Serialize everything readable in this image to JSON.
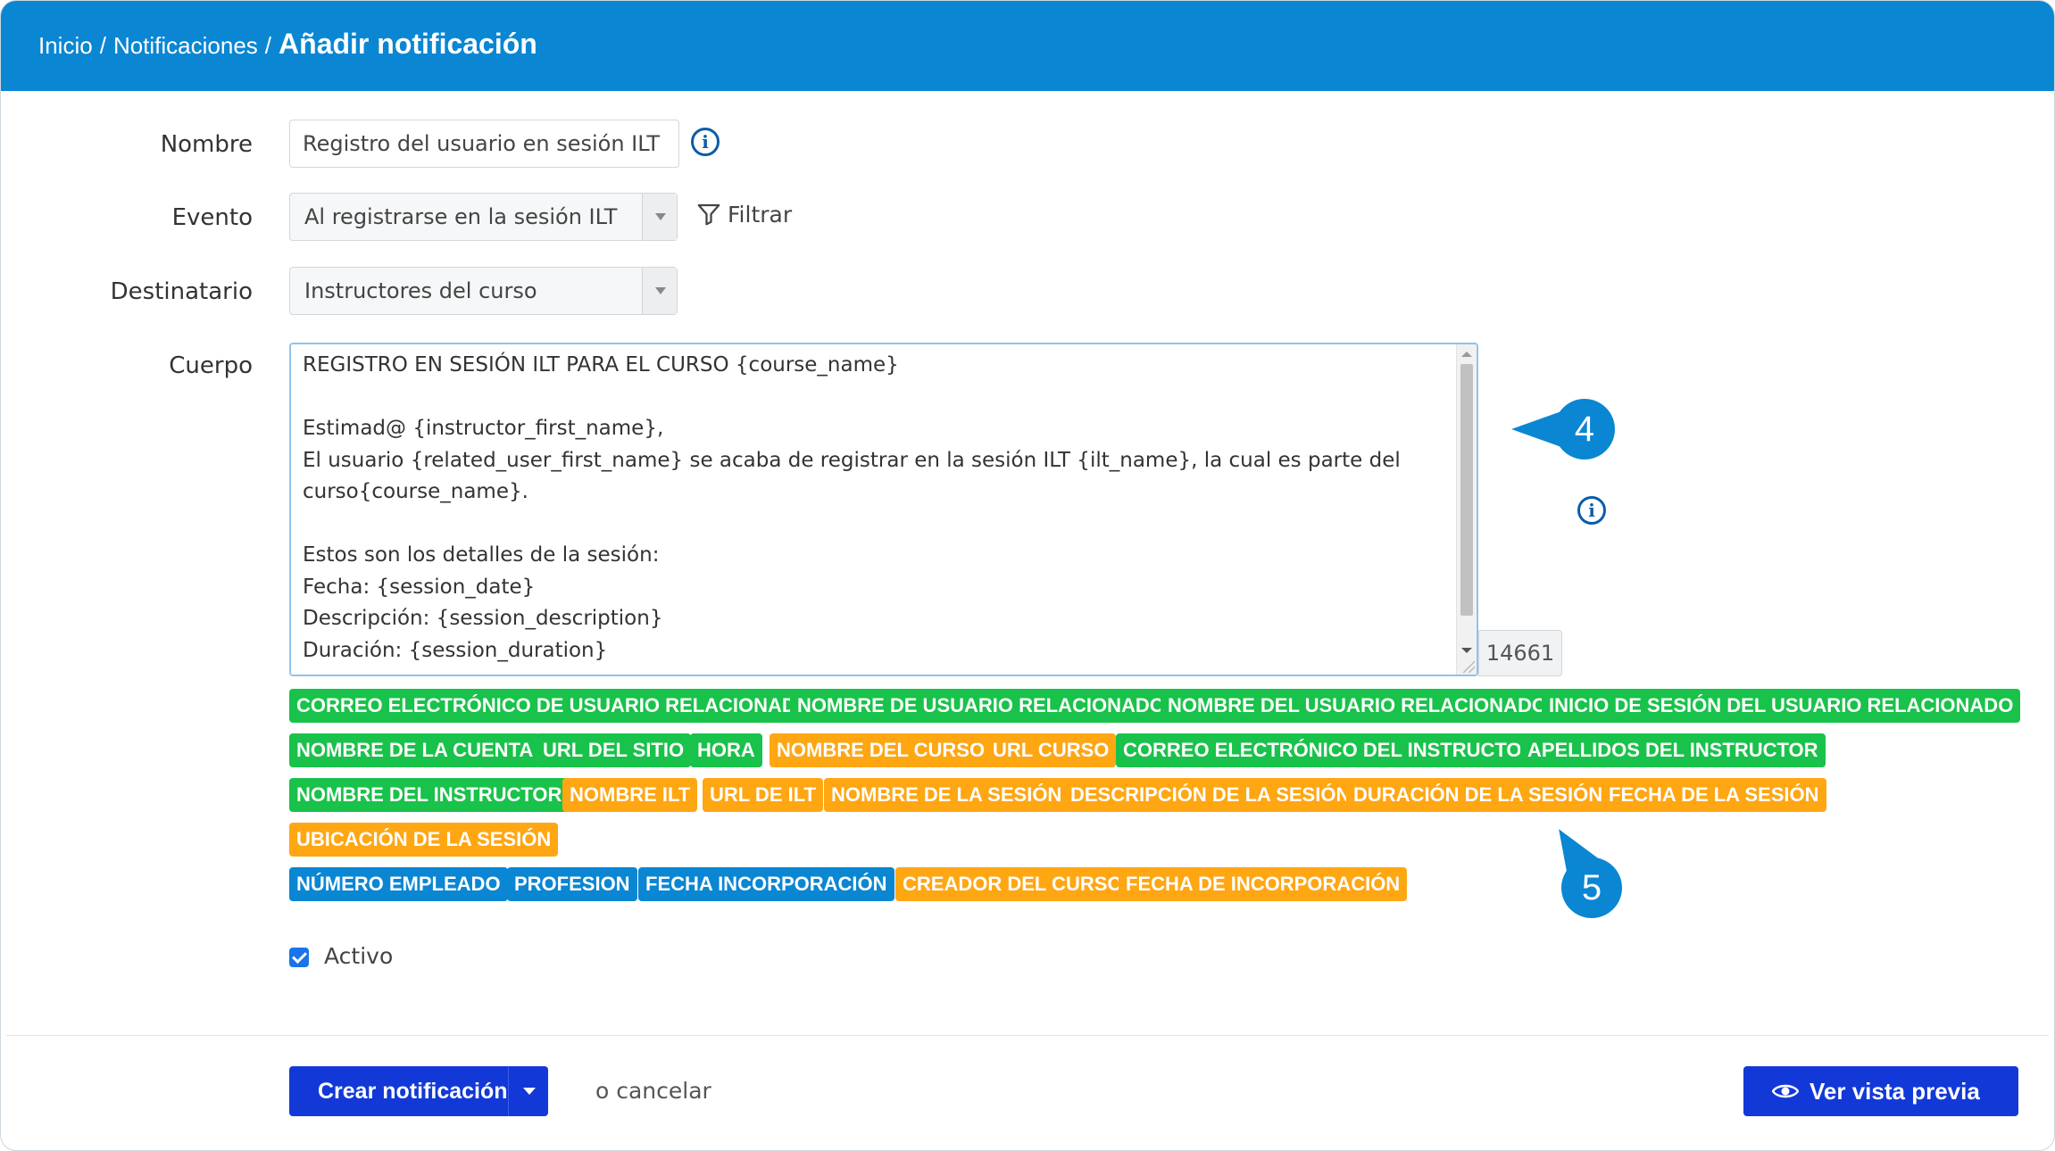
{
  "breadcrumb": {
    "home": "Inicio",
    "section": "Notificaciones",
    "current": "Añadir notificación",
    "separator": "/"
  },
  "form": {
    "name": {
      "label": "Nombre",
      "value": "Registro del usuario en sesión ILT"
    },
    "event": {
      "label": "Evento",
      "value": "Al registrarse en la sesión ILT",
      "filter_label": "Filtrar"
    },
    "recipient": {
      "label": "Destinatario",
      "value": "Instructores del curso"
    },
    "body": {
      "label": "Cuerpo",
      "lines": [
        "REGISTRO EN SESIÓN ILT PARA EL CURSO {course_name}",
        "",
        "Estimad@ {instructor_first_name},",
        "El usuario {related_user_first_name} se acaba de registrar en la sesión ILT {ilt_name}, la cual es parte del",
        "curso{course_name}.",
        "",
        "Estos son los detalles de la sesión:",
        "Fecha: {session_date}",
        "Descripción: {session_description}",
        "Duración: {session_duration}"
      ],
      "counter": "14661"
    },
    "active": {
      "label": "Activo",
      "checked": true
    }
  },
  "callouts": {
    "one": "4",
    "two": "5"
  },
  "tags": [
    {
      "label": "CORREO ELECTRÓNICO DE USUARIO RELACIONADO",
      "color": "green"
    },
    {
      "label": "NOMBRE DE USUARIO RELACIONADO",
      "color": "green"
    },
    {
      "label": "NOMBRE DEL USUARIO RELACIONADO",
      "color": "green"
    },
    {
      "label": "INICIO DE SESIÓN DEL USUARIO RELACIONADO",
      "color": "green"
    },
    {
      "label": "NOMBRE DE LA CUENTA",
      "color": "green"
    },
    {
      "label": "URL DEL SITIO",
      "color": "green"
    },
    {
      "label": "HORA",
      "color": "green"
    },
    {
      "label": "NOMBRE DEL CURSO",
      "color": "orange"
    },
    {
      "label": "URL CURSO",
      "color": "orange"
    },
    {
      "label": "CORREO ELECTRÓNICO DEL INSTRUCTOR",
      "color": "green"
    },
    {
      "label": "APELLIDOS DEL INSTRUCTOR",
      "color": "green"
    },
    {
      "label": "NOMBRE DEL INSTRUCTOR",
      "color": "green"
    },
    {
      "label": "NOMBRE ILT",
      "color": "orange"
    },
    {
      "label": "URL DE ILT",
      "color": "orange"
    },
    {
      "label": "NOMBRE DE LA SESIÓN",
      "color": "orange"
    },
    {
      "label": "DESCRIPCIÓN DE LA SESIÓN",
      "color": "orange"
    },
    {
      "label": "DURACIÓN DE LA SESIÓN",
      "color": "orange"
    },
    {
      "label": "FECHA DE LA SESIÓN",
      "color": "orange"
    },
    {
      "label": "UBICACIÓN DE LA SESIÓN",
      "color": "orange"
    },
    {
      "label": "NÚMERO EMPLEADO",
      "color": "blue"
    },
    {
      "label": "PROFESION",
      "color": "blue"
    },
    {
      "label": "FECHA INCORPORACIÓN",
      "color": "blue"
    },
    {
      "label": "CREADOR DEL CURSO",
      "color": "orange"
    },
    {
      "label": "FECHA DE INCORPORACIÓN",
      "color": "orange"
    }
  ],
  "actions": {
    "create": "Crear notificación",
    "cancel": "o cancelar",
    "preview": "Ver vista previa"
  },
  "colors": {
    "header": "#0a86d3",
    "primary_button": "#1239d8",
    "tag_green": "#19c24a",
    "tag_orange": "#ffa613",
    "tag_blue": "#0a86d3",
    "info_icon": "#0c5ca8"
  },
  "icons": [
    "info-icon",
    "filter-icon",
    "dropdown-caret-icon",
    "eye-icon",
    "checkbox-checked-icon"
  ]
}
